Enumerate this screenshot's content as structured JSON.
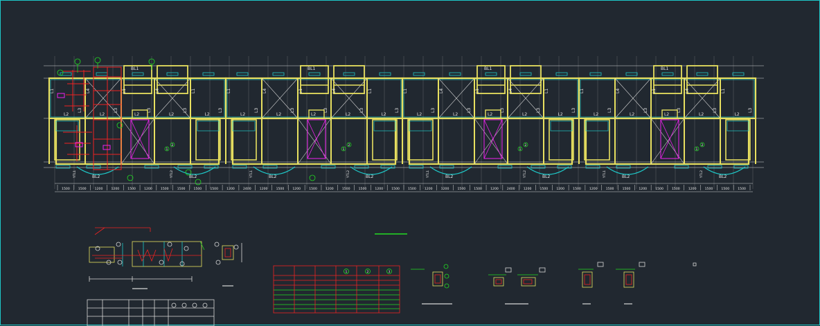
{
  "colors": {
    "background": "#212830",
    "frame": "#1ec8c8",
    "beam": "#e8e060",
    "wall": "#1ec8c8",
    "axis": "#d8d8d8",
    "rebar": "#ee2222",
    "marker": "#22dd22",
    "highlight": "#ee22ee"
  },
  "plan": {
    "beam_labels": {
      "L1": "L1",
      "L2": "L2",
      "L3": "L3",
      "L4": "L4",
      "BL1": "BL1",
      "BL2": "BL2",
      "YTL1": "YTL1",
      "YTL2": "YTL2"
    },
    "marker_labels": [
      "1",
      "2"
    ],
    "dimensions": [
      "1500",
      "1500",
      "1200",
      "1200",
      "1500",
      "1200",
      "1500",
      "1500",
      "1500",
      "1500",
      "1200",
      "2400",
      "1200",
      "1500",
      "1200",
      "1500",
      "1200",
      "1500",
      "1500",
      "1200",
      "1500",
      "1500",
      "1200",
      "1200",
      "1500",
      "1500",
      "1200",
      "2400",
      "1200",
      "1500",
      "1200",
      "1500",
      "1200",
      "1500",
      "1500",
      "1200",
      "1500",
      "1500",
      "1200",
      "1500",
      "1500",
      "1500"
    ]
  },
  "schedule_table": {
    "circle_headers": [
      "1",
      "2",
      "3"
    ]
  },
  "title_block": {
    "circle_marks": [
      "",
      "",
      "",
      ""
    ]
  }
}
